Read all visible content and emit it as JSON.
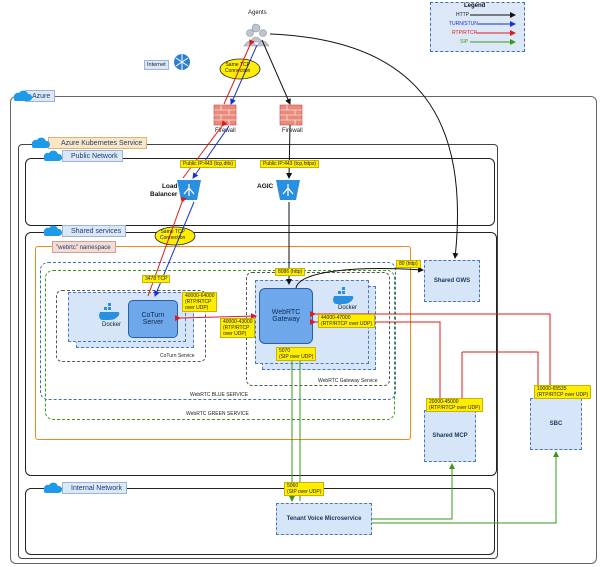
{
  "agents": {
    "label": "Agents"
  },
  "internet": {
    "label": "Internet"
  },
  "legend": {
    "title": "Legend",
    "items": [
      {
        "label": "HTTP",
        "color": "#111111"
      },
      {
        "label": "TURN/STUN",
        "color": "#1a2fd6"
      },
      {
        "label": "RTP/RTCP",
        "color": "#e01b1b"
      },
      {
        "label": "SIP",
        "color": "#3a9a18"
      }
    ]
  },
  "regions": {
    "azure": "Azure",
    "aks": "Azure Kubernetes Service",
    "public_network": "Public Network",
    "shared_services": "Shared services",
    "namespace": "\"webrtc\" namespace",
    "internal_network": "Internal Network"
  },
  "firewalls": {
    "left": "Firewall",
    "right": "Firewall"
  },
  "gateways": {
    "load_balancer": "Load\nBalancer",
    "agic": "AGIC"
  },
  "connections": {
    "same_tcp_top": "Same TCP\nConnection",
    "same_tcp_bottom": "Same TCP\nConnection"
  },
  "ports": {
    "public_ip_lb": "Public IP:443 (tcp,dtls)",
    "public_ip_agic": "Public IP:443 (tcp,https)",
    "turn_3478": "3478 TCP",
    "coturn_range": "40000-64000\n(RTP/RTCP\nover UDP)",
    "gw_left_range": "40000-43000\n(RTP/RTCP\nover UDP)",
    "gw_http_8086": "8086 (http)",
    "gws_http_80": "80 (http)",
    "gw_right_range": "44000-47000\n(RTP/RTCP over UDP)",
    "gw_sip_5070": "5070\n(SIP over UDP)",
    "mcp_range": "20000-45000\n(RTP/RTCP over UDP)",
    "sbc_range": "10000-65535\n(RTP/RTCP over UDP)",
    "tvm_sip_5060": "5060\n(SIP over UDP)"
  },
  "services": {
    "coturn": "CoTurn\nServer",
    "webrtc_gateway": "WebRTC\nGateway",
    "shared_gws": "Shared GWS",
    "shared_mcp": "Shared MCP",
    "sbc": "SBC",
    "tenant_voice": "Tenant Voice Microservice"
  },
  "labels": {
    "docker_coturn": "Docker",
    "docker_gateway": "Docker",
    "coturn_service": "CoTurn Service",
    "gateway_service": "WebRTC Gateway Service",
    "blue_service": "WebRTC BLUE SERVICE",
    "green_service": "WebRTC GREEN SERVICE"
  }
}
